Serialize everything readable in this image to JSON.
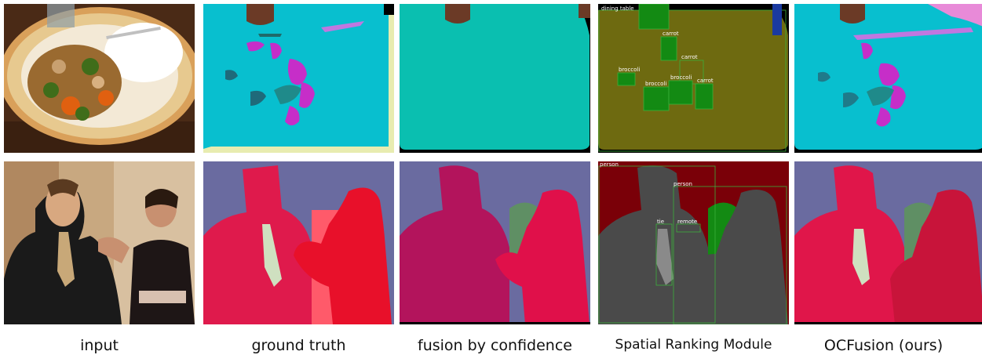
{
  "figure": {
    "columns": [
      {
        "caption": "input"
      },
      {
        "caption": "ground truth"
      },
      {
        "caption": "fusion by confidence"
      },
      {
        "caption": "Spatial Ranking Module"
      },
      {
        "caption": "OCFusion (ours)"
      }
    ],
    "row1": {
      "srm_labels": [
        "dining table",
        "carrot",
        "carrot",
        "broccoli",
        "broccoli",
        "broccoli",
        "carrot"
      ]
    },
    "row2": {
      "srm_labels": [
        "person",
        "person",
        "tie",
        "remote"
      ]
    },
    "colors": {
      "table_cyan": "#08bfcf",
      "table_teal": "#0abfb0",
      "olive": "#6e6a10",
      "magenta": "#c62ec8",
      "dark_teal": "#1f8a8a",
      "purple_bg": "#6a6ba0",
      "person_red": "#e0194a",
      "person_pink": "#b3145c",
      "srm_red": "#7a0008",
      "srm_gray": "#4a4a4a",
      "green": "#138a13"
    }
  }
}
